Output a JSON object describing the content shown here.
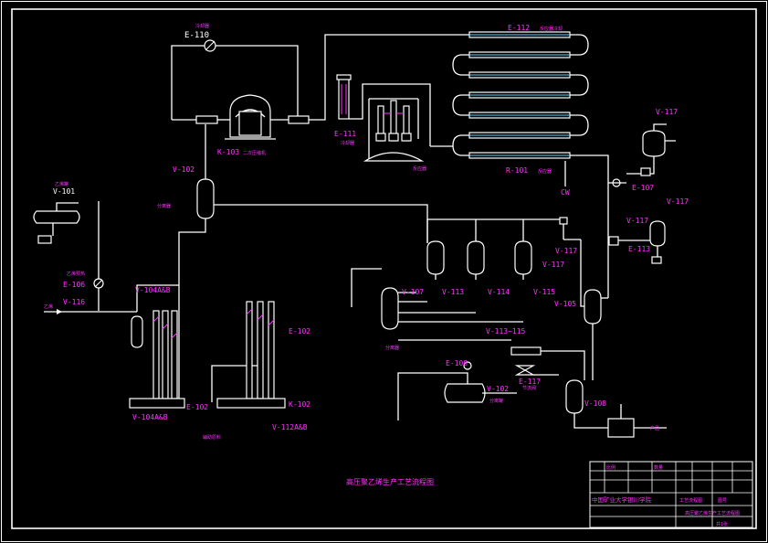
{
  "colors": {
    "background": "#000000",
    "line": "#ffffff",
    "label": "#ff33ff",
    "accent": "#55d8ff"
  },
  "title": "高压聚乙烯生产工艺流程图",
  "title_block": {
    "school": "中国矿业大学银川学院",
    "drawing_title": "高压聚乙烯生产工艺流程图",
    "mini_cells": [
      "工艺流程图",
      "比例",
      "数量",
      "图号",
      "共1张"
    ]
  },
  "labels": {
    "e110": "E-110",
    "e110_note": "冷却器",
    "k103": "K-103",
    "k103_note": "二次压缩机",
    "e111": "E-111",
    "e111_note": "冷却器",
    "e112": "E-112",
    "e112_note": "反应器冷却",
    "v117_top": "V-117",
    "e107": "E-107",
    "v117_mid": "V-117",
    "r101": "R-101",
    "r101_note": "反应器",
    "cw": "CW",
    "v102_top": "V-102",
    "v102_top_note": "分离器",
    "v101": "V-101",
    "v101_note": "乙烯罐",
    "e106": "E-106",
    "e106_note": "乙烯预热",
    "v116": "V-116",
    "v116_feed": "乙烯",
    "v104": "V-104A&B",
    "v104_bottom": "V-104A&B",
    "e102_a": "E-102",
    "e102_b": "E-102",
    "k102": "K-102",
    "v112": "V-112A&B",
    "v107": "V-107",
    "v107_note": "分离器",
    "v113": "V-113",
    "v114": "V-114",
    "v115": "V-115",
    "v117_r1": "V-117",
    "v117_r2": "V-117",
    "v117_r3": "V-117",
    "e113": "E-113",
    "v105": "V-105",
    "v113_115": "V-113~115",
    "e108": "E-108",
    "v102_mid": "V-102",
    "v102_mid_note": "分离罐",
    "e117": "E-117",
    "e117_note": "节流阀",
    "v108": "V-108",
    "product": "产品",
    "aux": "辅助原料"
  }
}
